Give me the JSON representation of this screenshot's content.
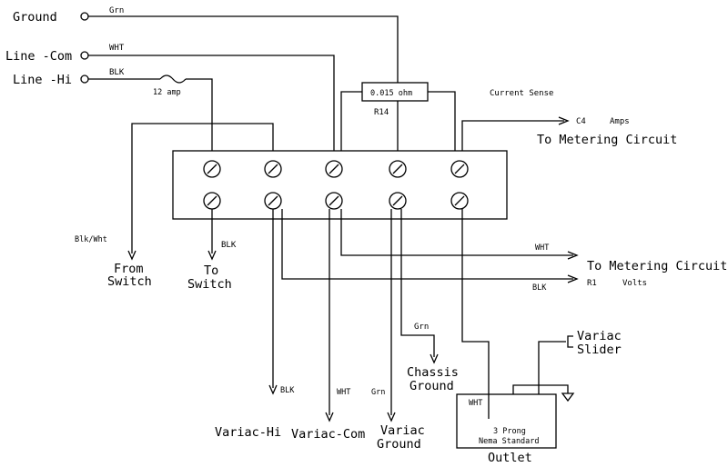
{
  "inputs": {
    "ground": "Ground",
    "line_com": "Line -Com",
    "line_hi": "Line -Hi"
  },
  "wire_labels": {
    "grn_top": "Grn",
    "wht_top": "WHT",
    "blk_top": "BLK",
    "fuse": "12 amp",
    "blk_wht": "Blk/Wht",
    "blk_to_switch": "BLK",
    "wht_meter": "WHT",
    "blk_meter": "BLK",
    "grn_chassis": "Grn",
    "blk_variac": "BLK",
    "wht_variac": "WHT",
    "grn_variac": "Grn",
    "wht_outlet": "WHT"
  },
  "resistor": {
    "value": "0.015 ohm",
    "ref": "R14",
    "caption": "Current Sense"
  },
  "amps_meter": {
    "cap": "C4",
    "unit": "Amps",
    "dest": "To Metering Circuit"
  },
  "volts_meter": {
    "dest": "To Metering Circuit",
    "ref": "R1",
    "unit": "Volts"
  },
  "switch": {
    "from_line1": "From",
    "from_line2": "Switch",
    "to_line1": "To",
    "to_line2": "Switch"
  },
  "chassis": {
    "line1": "Chassis",
    "line2": "Ground"
  },
  "variac_slider": {
    "line1": "Variac",
    "line2": "Slider"
  },
  "variac": {
    "hi": "Variac-Hi",
    "com": "Variac-Com",
    "ground_line1": "Variac",
    "ground_line2": "Ground"
  },
  "outlet": {
    "line1": "3 Prong",
    "line2": "Nema Standard",
    "label": "Outlet"
  }
}
